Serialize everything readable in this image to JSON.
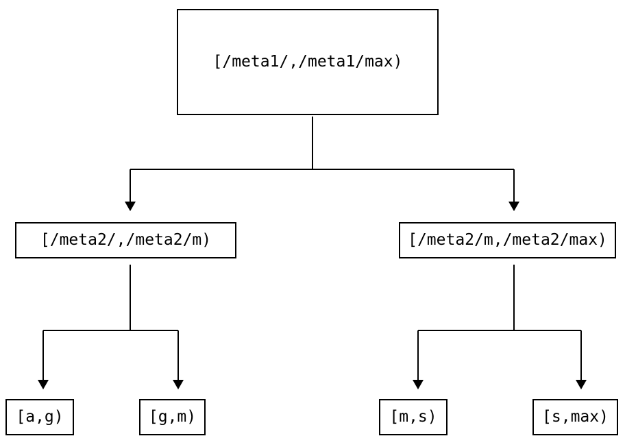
{
  "diagram": {
    "type": "binary-interval-partition-tree",
    "colors": {
      "line": "#000000",
      "text": "#000000",
      "background": "#ffffff"
    },
    "nodes": {
      "root": {
        "label": "[/meta1/,/meta1/max)"
      },
      "left": {
        "label": "[/meta2/,/meta2/m)"
      },
      "right": {
        "label": "[/meta2/m,/meta2/max)"
      },
      "leaf_ag": {
        "label": "[a,g)"
      },
      "leaf_gm": {
        "label": "[g,m)"
      },
      "leaf_ms": {
        "label": "[m,s)"
      },
      "leaf_smax": {
        "label": "[s,max)"
      }
    },
    "edges": [
      {
        "from": "root",
        "to": "left"
      },
      {
        "from": "root",
        "to": "right"
      },
      {
        "from": "left",
        "to": "leaf_ag"
      },
      {
        "from": "left",
        "to": "leaf_gm"
      },
      {
        "from": "right",
        "to": "leaf_ms"
      },
      {
        "from": "right",
        "to": "leaf_smax"
      }
    ]
  }
}
